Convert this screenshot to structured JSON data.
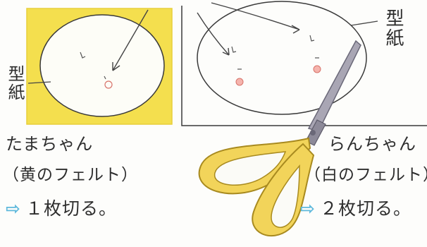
{
  "left": {
    "pattern_label": "型紙",
    "name": "たまちゃん",
    "material": "（黄のフェルト）",
    "instruction": "１枚切る。"
  },
  "right": {
    "pattern_label": "型紙",
    "name": "らんちゃん",
    "material": "（白のフェルト）",
    "instruction": "２枚切る。"
  },
  "icons": {
    "arrow": "blue-right-arrow-icon",
    "scissors": "scissors-icon"
  },
  "colors": {
    "felt_yellow": "#f4df4e",
    "scissor_handle": "#f2d45a",
    "arrow_blue": "#5fb9dc",
    "cheek_pink": "#f5b4ad"
  }
}
